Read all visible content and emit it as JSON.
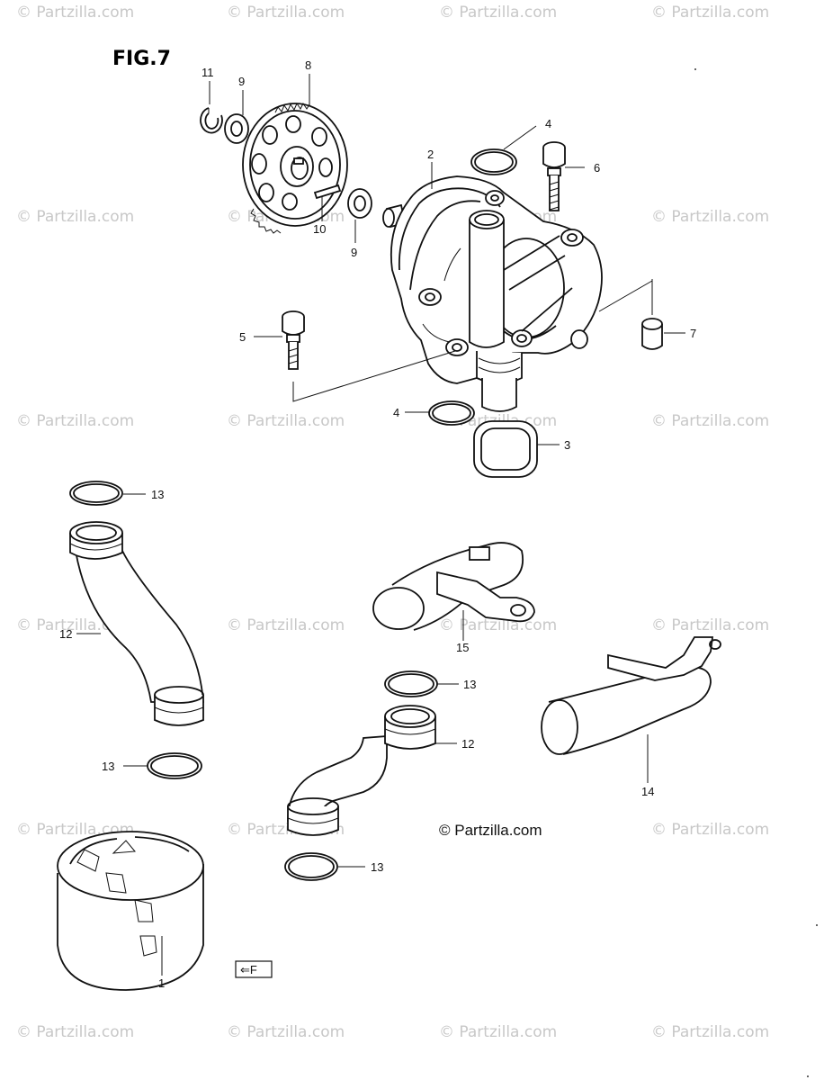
{
  "figure": {
    "label": "FIG.7"
  },
  "watermark": {
    "text": "© Partzilla.com"
  },
  "copyright": "© Partzilla.com",
  "callouts": {
    "c1": "1",
    "c2": "2",
    "c3": "3",
    "c4a": "4",
    "c4b": "4",
    "c5": "5",
    "c6": "6",
    "c7": "7",
    "c8": "8",
    "c9a": "9",
    "c9b": "9",
    "c10": "10",
    "c11": "11",
    "c12a": "12",
    "c12b": "12",
    "c13a": "13",
    "c13b": "13",
    "c13c": "13",
    "c13d": "13",
    "c13e": "13",
    "c14": "14",
    "c15": "15"
  },
  "direction_mark": "⇐F"
}
